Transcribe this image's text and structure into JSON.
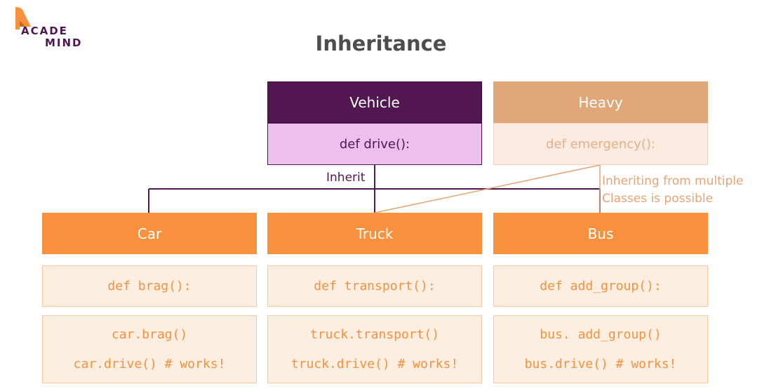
{
  "logo": {
    "line1": "ACADE",
    "line2": "MIND"
  },
  "title": "Inheritance",
  "vehicle": {
    "name": "Vehicle",
    "method": "def drive():"
  },
  "heavy": {
    "name": "Heavy",
    "method": "def emergency():"
  },
  "inherit_label": "Inherit",
  "note": {
    "line1": "Inheriting from multiple",
    "line2": "Classes is possible"
  },
  "subclasses": [
    {
      "name": "Car",
      "method": "def brag():",
      "usage1": "car.brag()",
      "usage2": "car.drive() # works!"
    },
    {
      "name": "Truck",
      "method": "def transport():",
      "usage1": "truck.transport()",
      "usage2": "truck.drive() # works!"
    },
    {
      "name": "Bus",
      "method": "def add_group():",
      "usage1": "bus. add_group()",
      "usage2": "bus.drive() # works!"
    }
  ],
  "colors": {
    "purple": "#521751",
    "light_purple": "#ecbfec",
    "orange": "#f7913d",
    "light_orange": "#fdeee2",
    "tan": "#e0a778",
    "text_gray": "#4d4d4d"
  }
}
